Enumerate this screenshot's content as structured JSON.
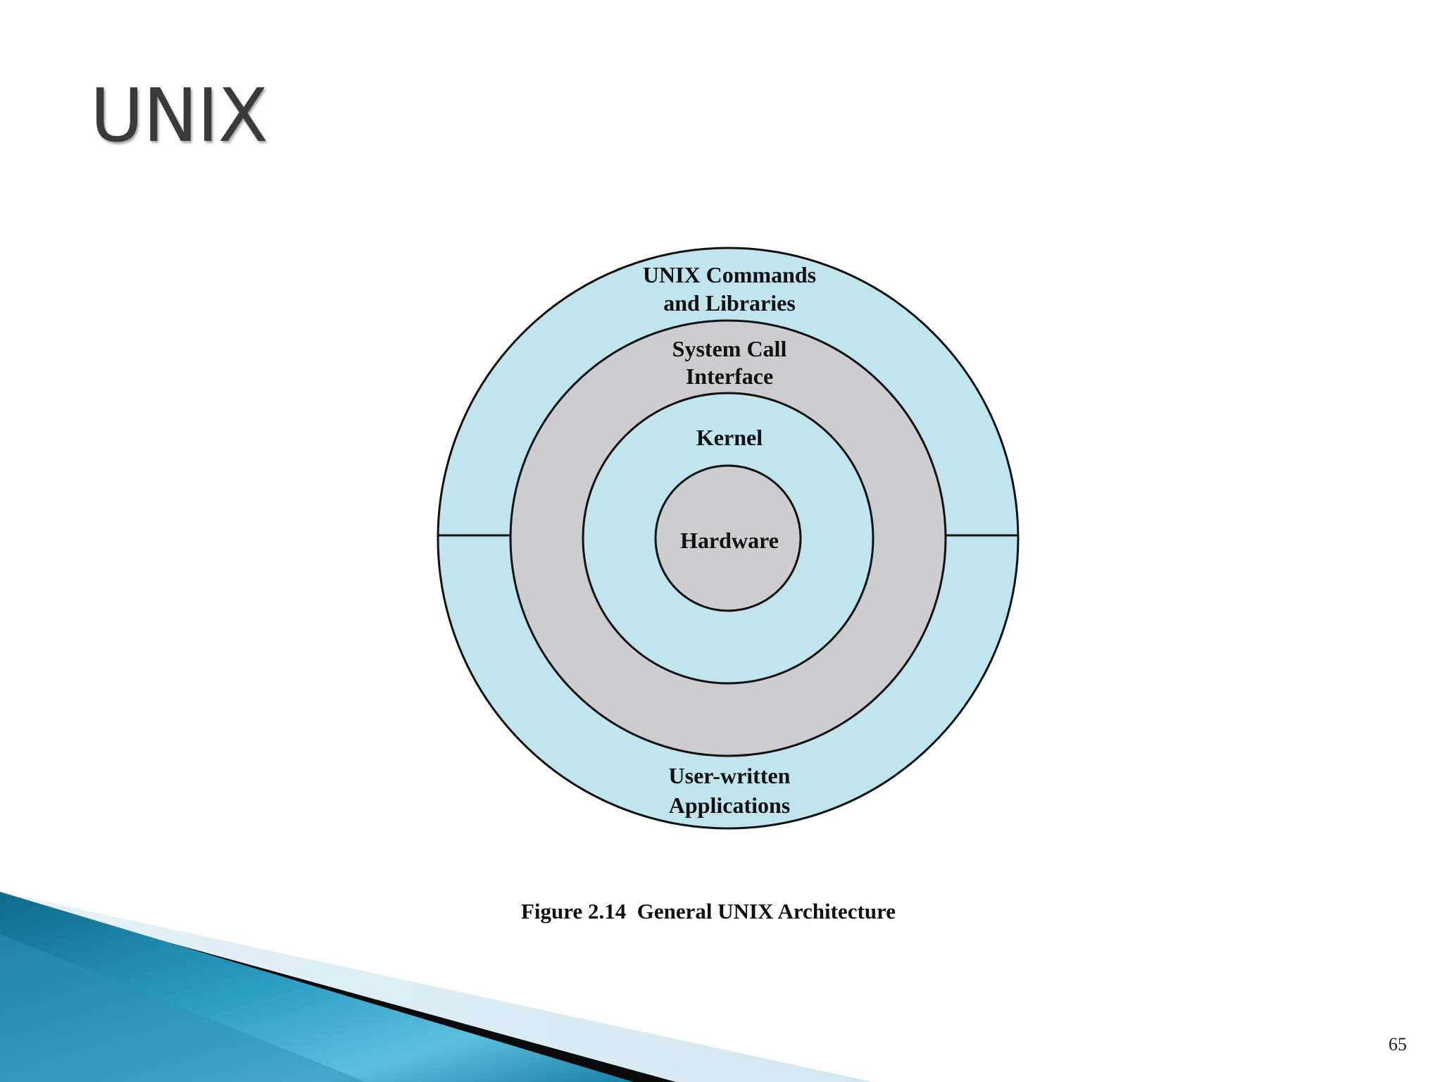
{
  "slide": {
    "title": "UNIX",
    "page_number": "65"
  },
  "diagram": {
    "layers": {
      "outer_top": [
        "UNIX Commands",
        "and Libraries"
      ],
      "system_call": [
        "System Call",
        "Interface"
      ],
      "kernel": [
        "Kernel"
      ],
      "hardware": [
        "Hardware"
      ],
      "outer_bottom": [
        "User-written",
        "Applications"
      ]
    },
    "colors": {
      "light_blue": "#c0e5ef",
      "gray": "#cdcccf",
      "outline": "#111111"
    },
    "caption": "Figure 2.14  General UNIX Architecture"
  }
}
